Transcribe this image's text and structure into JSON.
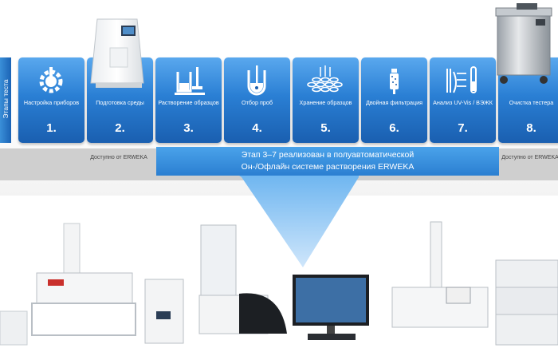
{
  "side_label": "Этапы теста",
  "stages": [
    {
      "label": "Настройка приборов",
      "number": "1.",
      "icon": "gear-flask-icon"
    },
    {
      "label": "Подготовка среды",
      "number": "2.",
      "icon": "media-prep-icon"
    },
    {
      "label": "Растворение образцов",
      "number": "3.",
      "icon": "dissolution-icon"
    },
    {
      "label": "Отбор проб",
      "number": "4.",
      "icon": "sampling-icon"
    },
    {
      "label": "Хранение образцов",
      "number": "5.",
      "icon": "sample-storage-icon"
    },
    {
      "label": "Двойная фильтрация",
      "number": "6.",
      "icon": "filtration-icon"
    },
    {
      "label": "Анализ UV-Vis / ВЭЖК",
      "number": "7.",
      "icon": "analysis-icon"
    },
    {
      "label": "Очистка тестера",
      "number": "8.",
      "icon": "cleaning-icon"
    }
  ],
  "available_left": "Доступно от ERWEKA",
  "available_right": "Доступно от ERWEKA",
  "banner": {
    "line1": "Этап 3–7 реализован в полуавтоматической",
    "line2": "Он-/Офлайн системе растворения ERWEKA"
  },
  "colors": {
    "tile_top": "#5aa8ee",
    "tile_bottom": "#1a5fb0",
    "banner": "#2b7fd1",
    "band": "#cfcfcf"
  }
}
